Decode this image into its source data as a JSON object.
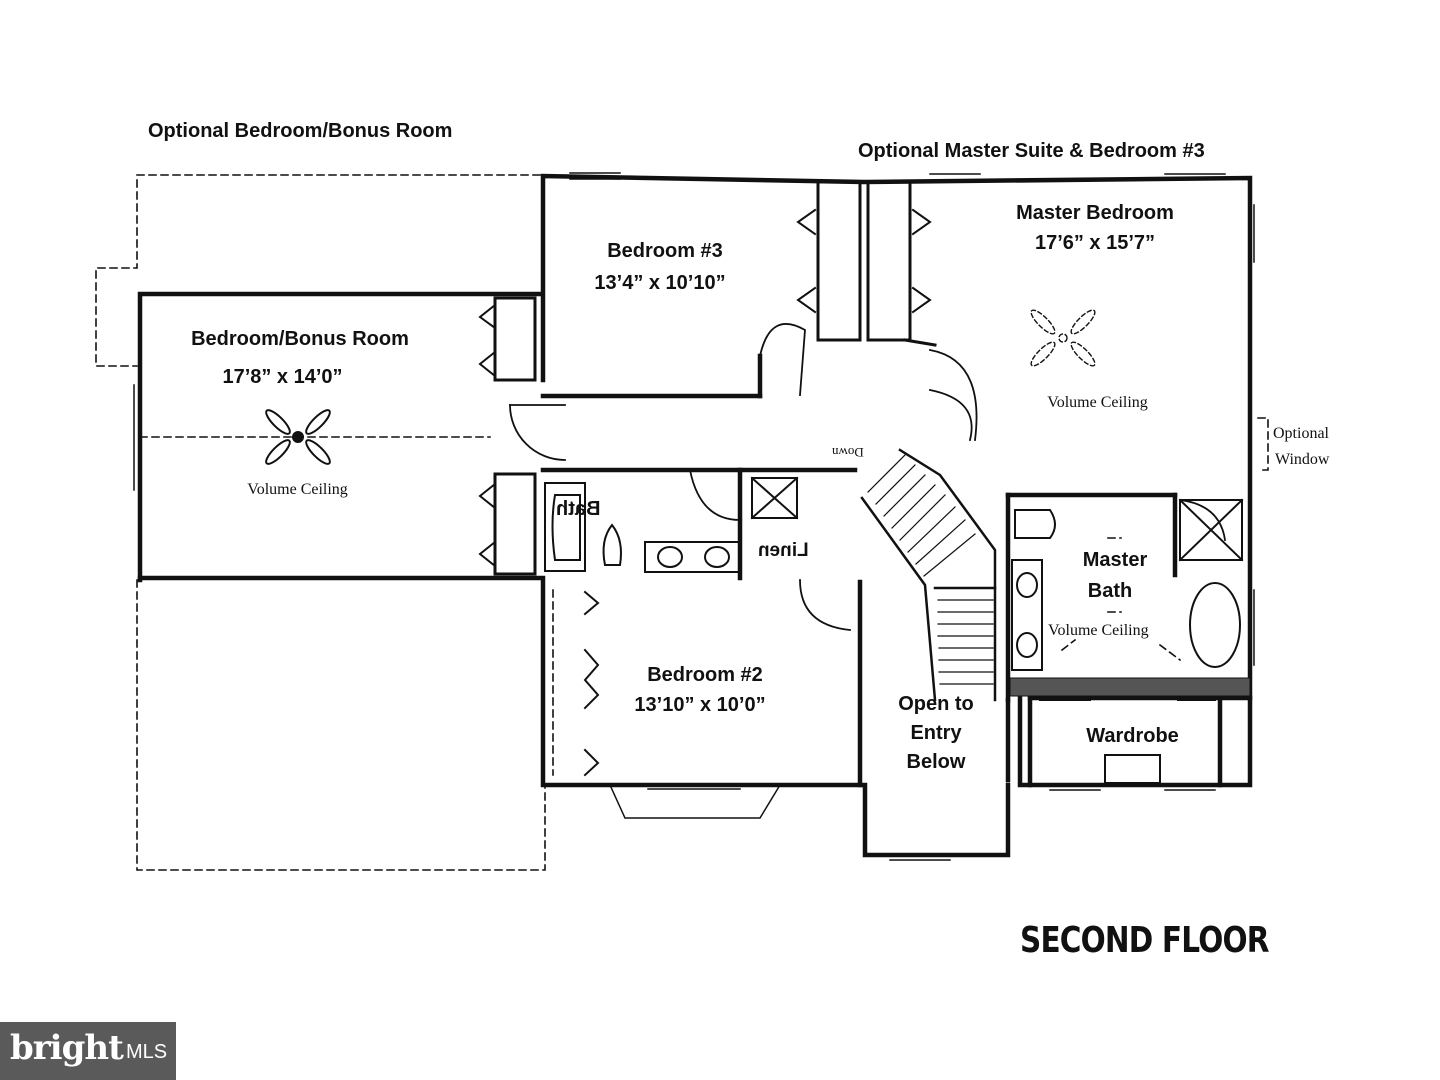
{
  "plan": {
    "floor_title": "SECOND FLOOR",
    "optional_notes": {
      "bonus": "Optional Bedroom/Bonus Room",
      "master_suite": "Optional Master Suite  & Bedroom #3",
      "window_line1": "Optional",
      "window_line2": "Window"
    },
    "rooms": {
      "bonus_room": {
        "name": "Bedroom/Bonus Room",
        "dims": "17’8” x 14’0”",
        "note": "Volume Ceiling"
      },
      "bedroom3": {
        "name": "Bedroom #3",
        "dims": "13’4” x 10’10”"
      },
      "master_bedroom": {
        "name": "Master Bedroom",
        "dims": "17’6” x 15’7”",
        "note": "Volume Ceiling"
      },
      "bath": {
        "name": "Bath"
      },
      "linen": {
        "name": "Linen"
      },
      "stairs": {
        "label": "Down"
      },
      "bedroom2": {
        "name": "Bedroom #2",
        "dims": "13’10” x 10’0”"
      },
      "open_entry": {
        "line1": "Open to",
        "line2": "Entry",
        "line3": "Below"
      },
      "master_bath": {
        "line1": "Master",
        "line2": "Bath",
        "note": "Volume Ceiling"
      },
      "wardrobe": {
        "name": "Wardrobe"
      }
    }
  },
  "watermark": {
    "brand": "bright",
    "suffix": "MLS"
  },
  "colors": {
    "ink": "#111111",
    "paper": "#ffffff",
    "watermark_bg": "#5a5a5a"
  }
}
